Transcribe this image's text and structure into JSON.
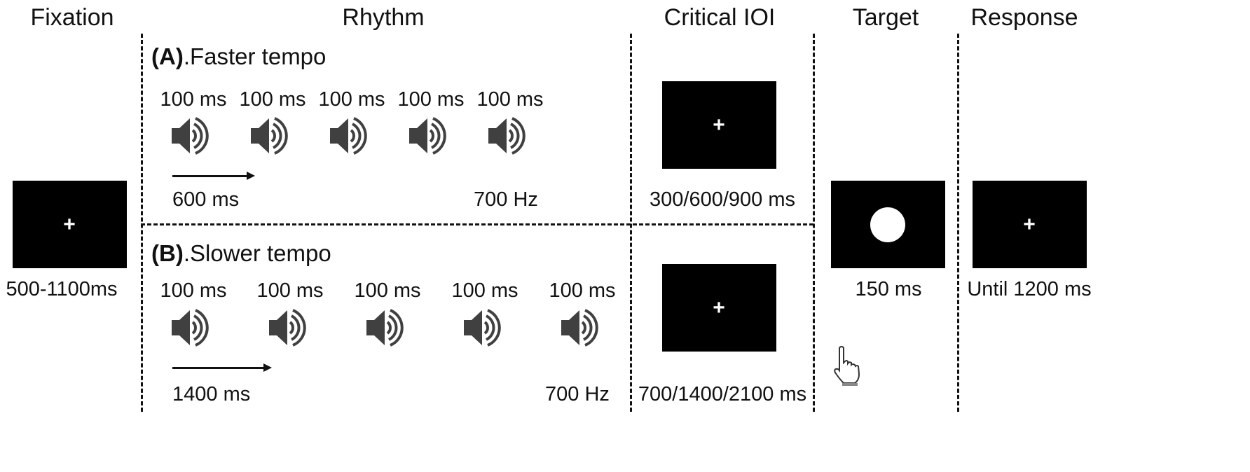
{
  "headers": {
    "fixation": "Fixation",
    "rhythm": "Rhythm",
    "critical_ioi": "Critical IOI",
    "target": "Target",
    "response": "Response"
  },
  "fixation": {
    "duration": "500-1100ms",
    "symbol": "+"
  },
  "section_a": {
    "letter": "(A)",
    "title": ".Faster tempo",
    "tone_durations": [
      "100 ms",
      "100 ms",
      "100 ms",
      "100 ms",
      "100 ms"
    ],
    "interval": "600 ms",
    "frequency": "700 Hz",
    "critical_ioi": "300/600/900 ms",
    "symbol": "+"
  },
  "section_b": {
    "letter": "(B)",
    "title": ".Slower tempo",
    "tone_durations": [
      "100 ms",
      "100 ms",
      "100 ms",
      "100 ms",
      "100 ms"
    ],
    "interval": "1400 ms",
    "frequency": "700 Hz",
    "critical_ioi": "700/1400/2100 ms",
    "symbol": "+"
  },
  "target": {
    "duration": "150 ms",
    "stimulus": "white-circle"
  },
  "response": {
    "duration": "Until 1200 ms",
    "symbol": "+",
    "icon": "hand-pointer-icon"
  },
  "icons": {
    "tone": "speaker-icon"
  },
  "colors": {
    "screen": "#000000",
    "speaker": "#404040",
    "ink": "#111111"
  }
}
